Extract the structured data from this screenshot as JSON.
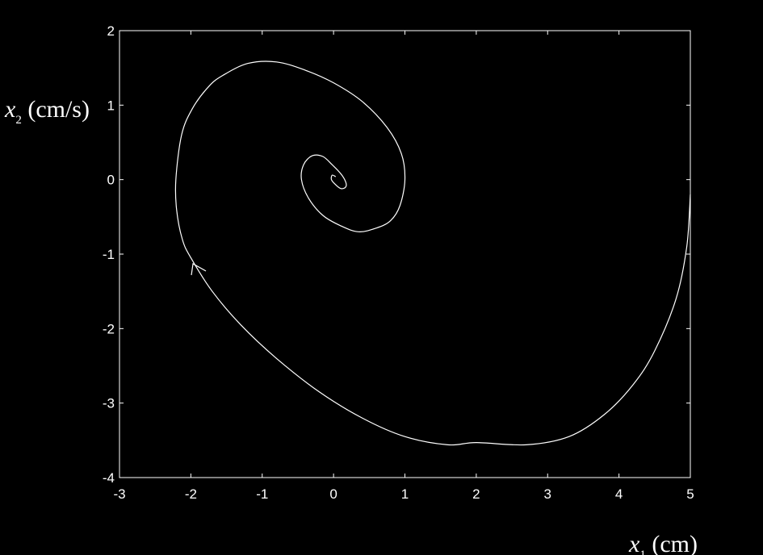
{
  "chart_data": {
    "type": "line",
    "title": "",
    "xlabel": {
      "symbol": "x",
      "subscript": "1",
      "unit": " (cm)"
    },
    "ylabel": {
      "symbol": "x",
      "subscript": "2",
      "unit": " (cm/s)"
    },
    "xlim": [
      -3,
      5
    ],
    "ylim": [
      -4,
      2
    ],
    "xticks": [
      "-3",
      "-2",
      "-1",
      "0",
      "1",
      "2",
      "3",
      "4",
      "5"
    ],
    "yticks": [
      "-4",
      "-3",
      "-2",
      "-1",
      "0",
      "1",
      "2"
    ],
    "grid": false,
    "legend": "none",
    "colors": {
      "background": "#000000",
      "line": "#ffffff",
      "axes": "#ffffff"
    },
    "series": [
      {
        "x": [
          5.0,
          4.95,
          4.8,
          4.5,
          4.2,
          3.8,
          3.3,
          2.7,
          2.0,
          1.6,
          1.0,
          0.4,
          -0.2,
          -0.8,
          -1.3,
          -1.7,
          -2.0,
          -2.12,
          -2.2,
          -2.21,
          -2.13,
          -1.98,
          -1.75,
          -1.55,
          -1.2,
          -0.8,
          -0.4,
          0.0,
          0.4,
          0.75,
          0.95,
          1.0,
          0.93,
          0.8,
          0.6,
          0.35,
          0.1,
          -0.15,
          -0.35,
          -0.45,
          -0.42,
          -0.3,
          -0.15,
          -0.02,
          0.1,
          0.17,
          0.17,
          0.1,
          0.02,
          -0.03,
          -0.02,
          0.03
        ],
        "y": [
          -0.2,
          -0.9,
          -1.6,
          -2.3,
          -2.75,
          -3.15,
          -3.45,
          -3.56,
          -3.53,
          -3.56,
          -3.45,
          -3.2,
          -2.85,
          -2.4,
          -1.95,
          -1.5,
          -1.05,
          -0.8,
          -0.4,
          0.0,
          0.6,
          0.95,
          1.25,
          1.4,
          1.56,
          1.58,
          1.47,
          1.3,
          1.05,
          0.7,
          0.35,
          0.0,
          -0.35,
          -0.55,
          -0.65,
          -0.7,
          -0.62,
          -0.48,
          -0.25,
          0.0,
          0.2,
          0.32,
          0.31,
          0.2,
          0.08,
          -0.03,
          -0.1,
          -0.12,
          -0.06,
          0.0,
          0.06,
          0.04
        ]
      }
    ],
    "annotations": [
      {
        "type": "arrow",
        "x": -1.97,
        "y": -1.13,
        "direction": "up"
      }
    ]
  }
}
